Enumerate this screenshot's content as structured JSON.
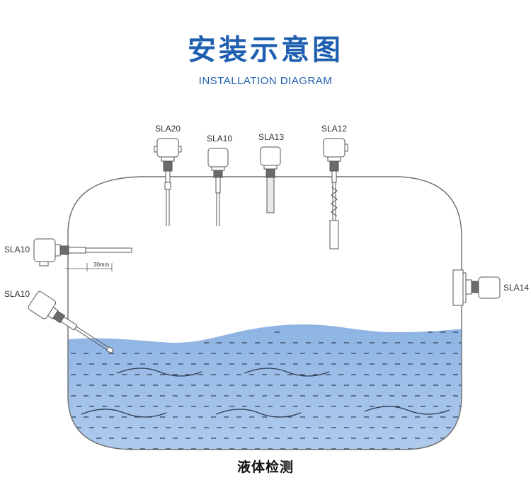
{
  "header": {
    "title": "安装示意图",
    "subtitle": "INSTALLATION DIAGRAM"
  },
  "labels": {
    "top_1": "SLA20",
    "top_2": "SLA10",
    "top_3": "SLA13",
    "top_4": "SLA12",
    "side_upper": "SLA10",
    "side_lower": "SLA10",
    "side_right": "SLA14",
    "dimension": "30mm"
  },
  "caption": "液体检测",
  "colors": {
    "title": "#1f5fb0",
    "liquid": "#93b9e6",
    "liquid_dash": "#2d3a52",
    "line": "#707070"
  }
}
